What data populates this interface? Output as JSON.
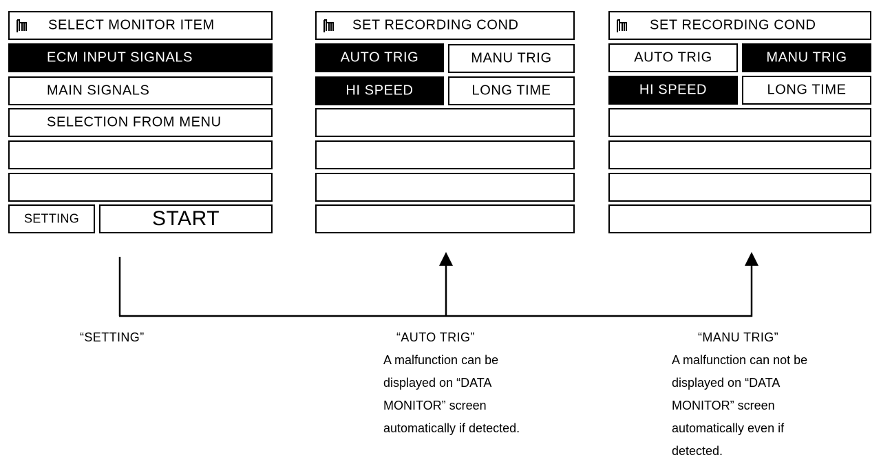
{
  "screens": {
    "monitor": {
      "title": "SELECT MONITOR ITEM",
      "items": [
        "ECM INPUT SIGNALS",
        "MAIN SIGNALS",
        "SELECTION FROM MENU"
      ],
      "setting_label": "SETTING",
      "start_label": "START"
    },
    "auto": {
      "title": "SET RECORDING COND",
      "trig_left": "AUTO TRIG",
      "trig_right": "MANU TRIG",
      "speed_left": "HI SPEED",
      "speed_right": "LONG TIME"
    },
    "manu": {
      "title": "SET RECORDING COND",
      "trig_left": "AUTO TRIG",
      "trig_right": "MANU TRIG",
      "speed_left": "HI SPEED",
      "speed_right": "LONG TIME"
    }
  },
  "captions": {
    "setting": "“SETTING”",
    "auto": {
      "heading": "“AUTO TRIG”",
      "lines": [
        "A malfunction can be",
        "displayed on “DATA",
        "MONITOR” screen",
        "automatically if detected."
      ]
    },
    "manu": {
      "heading": "“MANU TRIG”",
      "lines": [
        "A malfunction can not be",
        "displayed on “DATA",
        "MONITOR” screen",
        "automatically even if",
        "detected."
      ]
    }
  }
}
